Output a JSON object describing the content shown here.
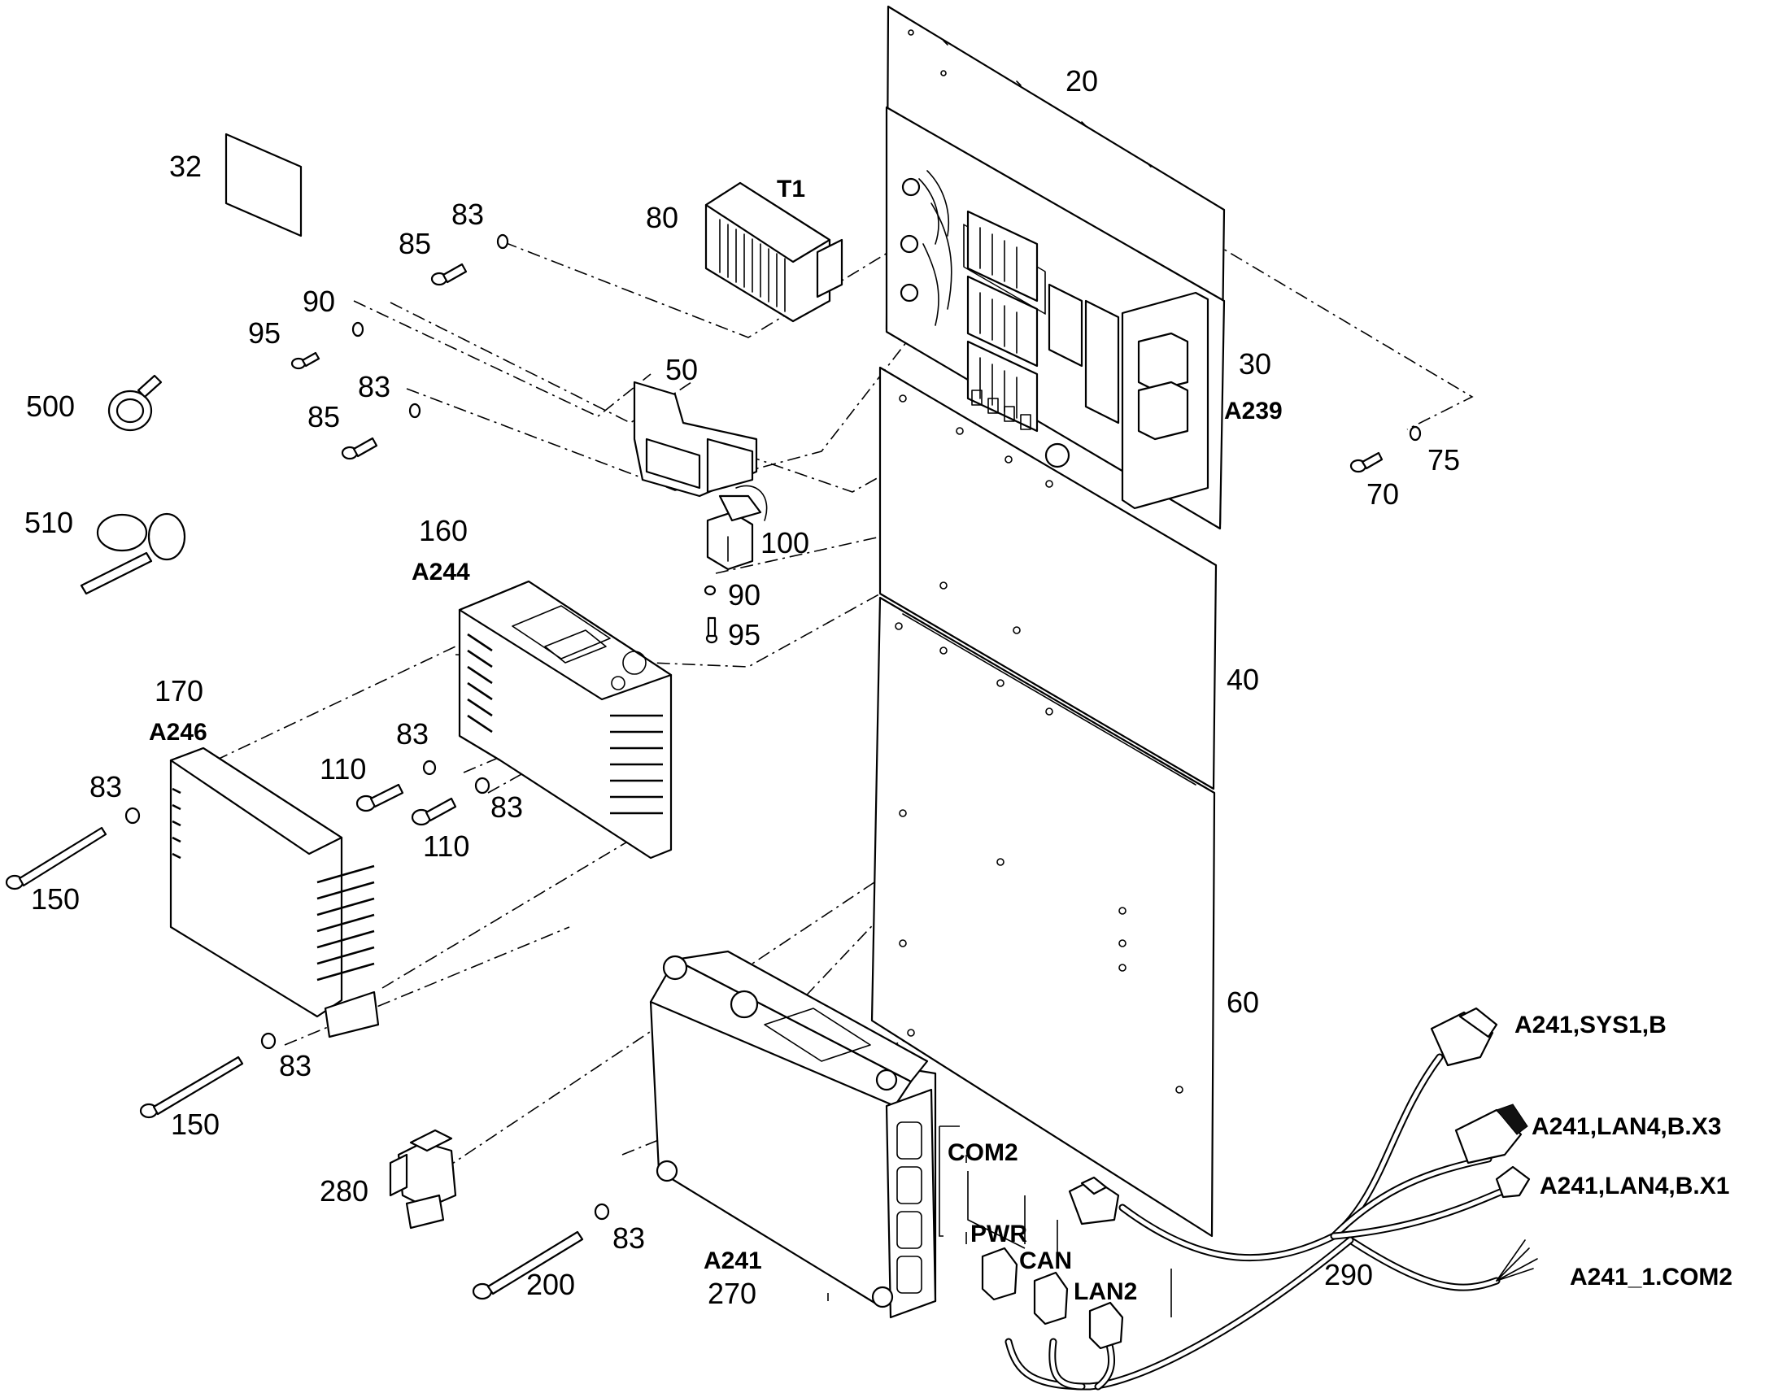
{
  "labels": {
    "l20": "20",
    "l30": "30",
    "l40": "40",
    "l60": "60",
    "l32": "32",
    "l80": "80",
    "t1": "T1",
    "l83a": "83",
    "l85a": "85",
    "l90a": "90",
    "l95a": "95",
    "l83b": "83",
    "l85b": "85",
    "l500": "500",
    "l510": "510",
    "l50": "50",
    "l100": "100",
    "l90b": "90",
    "l95b": "95",
    "l160": "160",
    "a244": "A244",
    "l170": "170",
    "a246": "A246",
    "l83c": "83",
    "l150a": "150",
    "l110a": "110",
    "l83d": "83",
    "l110b": "110",
    "l83e": "83",
    "l83f": "83",
    "l150b": "150",
    "l280": "280",
    "l83g": "83",
    "l200": "200",
    "a241": "A241",
    "l270": "270",
    "a239": "A239",
    "l70": "70",
    "l75": "75",
    "com2": "COM2",
    "pwr": "PWR",
    "can": "CAN",
    "lan2": "LAN2",
    "l290": "290",
    "sys1": "A241,SYS1,B",
    "lan4x3": "A241,LAN4,B.X3",
    "lan4x1": "A241,LAN4,B.X1",
    "com2b": "A241_1.COM2"
  },
  "icons": [
    "cable-tie-icon",
    "cable-clip-icon",
    "screw-icon",
    "washer-icon",
    "connector-icon"
  ]
}
